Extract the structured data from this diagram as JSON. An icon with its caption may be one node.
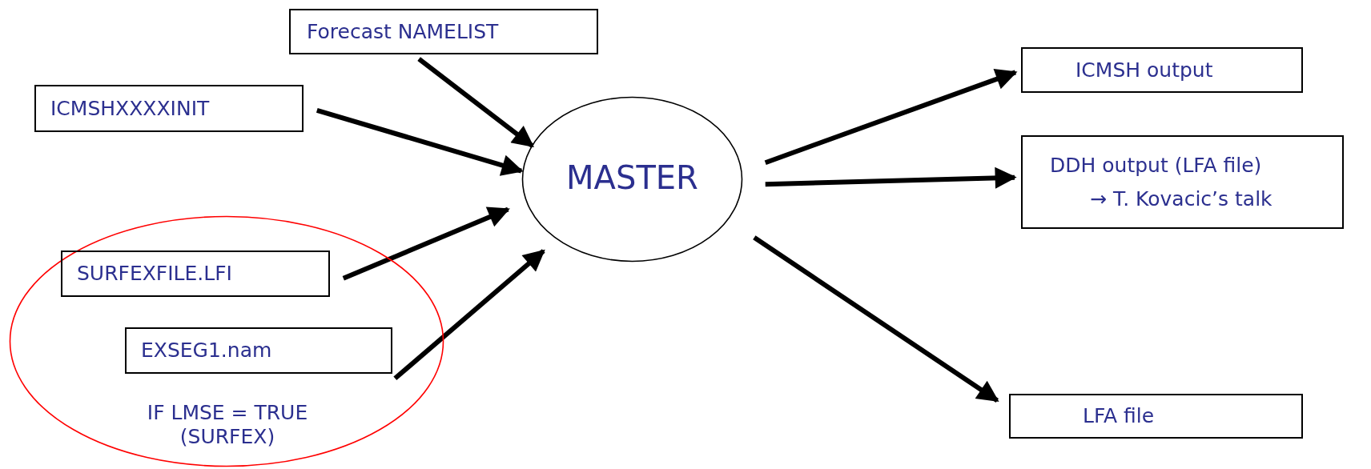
{
  "diagram": {
    "nodes": [
      {
        "text": [
          "Forecast NAMELIST"
        ]
      },
      {
        "text": [
          "ICMSHXXXXINIT"
        ]
      },
      {
        "text": [
          "IF LMSE = TRUE (SURFEX)"
        ]
      },
      {
        "text": [
          "SURFEXFILE.LFI"
        ],
        "in": 2
      },
      {
        "text": [
          "EXSEG1.nam"
        ],
        "in": 2
      },
      {
        "text": [
          "MASTER"
        ]
      },
      {
        "text": [
          "ICMSH output"
        ]
      },
      {
        "text": [
          "DDH output (LFA file)",
          "→ T. Kovacic’s talk"
        ]
      },
      {
        "text": [
          "LFA file"
        ]
      }
    ],
    "edges": [
      {
        "from": 0,
        "to": 5,
        "arrow": "to"
      },
      {
        "from": 1,
        "to": 5,
        "arrow": "to"
      },
      {
        "from": 3,
        "to": 5,
        "arrow": "to"
      },
      {
        "from": 4,
        "to": 5,
        "arrow": "to"
      },
      {
        "from": 5,
        "to": 6,
        "arrow": "to"
      },
      {
        "from": 5,
        "to": 7,
        "arrow": "to"
      },
      {
        "from": 5,
        "to": 8,
        "arrow": "to"
      }
    ]
  }
}
